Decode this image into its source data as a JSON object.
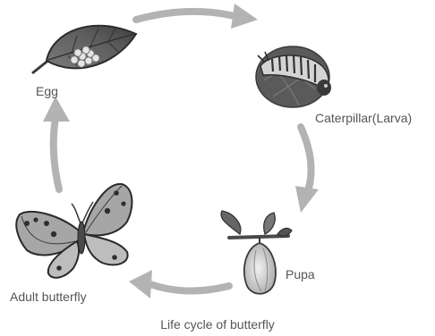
{
  "diagram": {
    "caption": "Life cycle of butterfly",
    "stages": {
      "egg": "Egg",
      "caterpillar": "Caterpillar(Larva)",
      "pupa": "Pupa",
      "adult": "Adult butterfly"
    },
    "colors": {
      "arrow": "#b3b3b3",
      "text": "#555555",
      "leaf_dark": "#4a4a4a",
      "leaf_light": "#9a9a9a"
    }
  }
}
